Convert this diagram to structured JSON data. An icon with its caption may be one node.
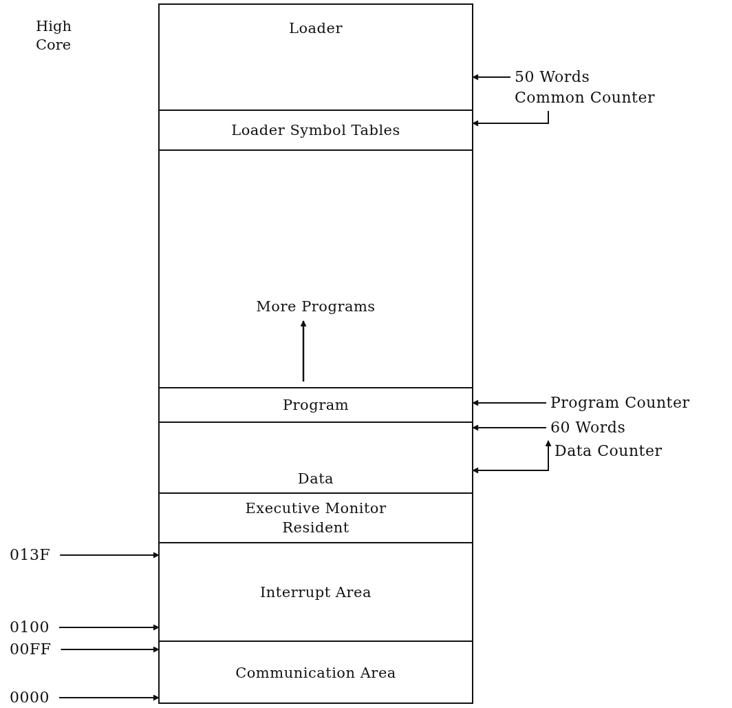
{
  "diagram": {
    "nodes": [
      {
        "text": [],
        "shape": "box"
      },
      {
        "text": [
          "Loader"
        ],
        "in": 0
      },
      {
        "text": [
          "Loader Symbol Tables"
        ],
        "in": 0
      },
      {
        "text": [
          "More Programs"
        ],
        "in": 0
      },
      {
        "text": [
          "Program"
        ],
        "in": 0
      },
      {
        "text": [
          "Data"
        ],
        "in": 0
      },
      {
        "text": [
          "Executive Monitor Resident"
        ],
        "in": 0
      },
      {
        "text": [
          "Interrupt Area"
        ],
        "in": 0
      },
      {
        "text": [
          "Communication Area"
        ],
        "in": 0
      },
      {
        "text": [
          "50 Words"
        ]
      },
      {
        "text": [
          "Common Counter"
        ]
      },
      {
        "text": [
          "Program Counter"
        ]
      },
      {
        "text": [
          "60 Words"
        ]
      },
      {
        "text": [
          "Data Counter"
        ]
      },
      {
        "text": [
          "013F"
        ]
      },
      {
        "text": [
          "0100"
        ]
      },
      {
        "text": [
          "00FF"
        ]
      },
      {
        "text": [
          "0000"
        ]
      }
    ],
    "edges": [
      {
        "from": 9,
        "to": 1,
        "arrow": "to"
      },
      {
        "from": 10,
        "to": 2,
        "arrow": "to"
      },
      {
        "from": 11,
        "to": 4,
        "arrow": "to"
      },
      {
        "from": 12,
        "to": 5,
        "arrow": "to"
      },
      {
        "from": 13,
        "to": 5,
        "arrow": "both"
      },
      {
        "from": 14,
        "to": 7,
        "arrow": "to"
      },
      {
        "from": 15,
        "to": 7,
        "arrow": "to"
      },
      {
        "from": 16,
        "to": 8,
        "arrow": "to"
      },
      {
        "from": 17,
        "to": 8,
        "arrow": "to"
      }
    ],
    "labels": [
      "High Core"
    ]
  }
}
